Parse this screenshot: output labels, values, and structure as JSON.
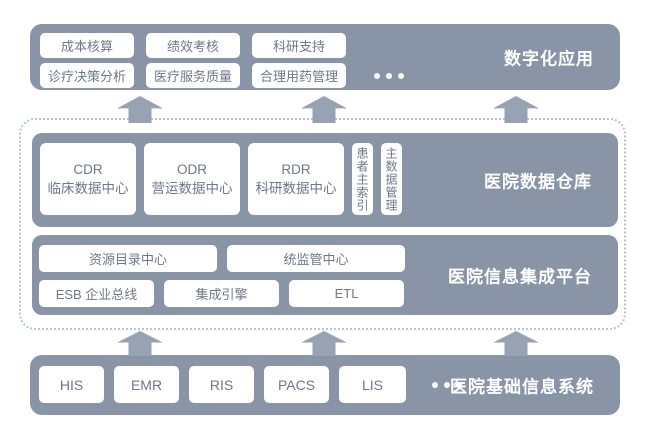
{
  "colors": {
    "band_fill": "#8995a7",
    "arrow_fill": "#97a2b2",
    "box_text": "#6e7888",
    "label_text": "#ffffff",
    "dashed_border": "#b8c4d2",
    "background": "#ffffff"
  },
  "layers": {
    "apps": {
      "label": "数字化应用",
      "row1": [
        "成本核算",
        "绩效考核",
        "科研支持"
      ],
      "row2": [
        "诊疗决策分析",
        "医疗服务质量",
        "合理用药管理"
      ],
      "has_more": true
    },
    "warehouse": {
      "label": "医院数据仓库",
      "centers": [
        {
          "abbr": "CDR",
          "name": "临床数据中心"
        },
        {
          "abbr": "ODR",
          "name": "营运数据中心"
        },
        {
          "abbr": "RDR",
          "name": "科研数据中心"
        }
      ],
      "pillars": [
        "患者主索引",
        "主数据管理"
      ]
    },
    "integration": {
      "label": "医院信息集成平台",
      "row1": [
        "资源目录中心",
        "统监管中心"
      ],
      "row2": [
        "ESB 企业总线",
        "集成引擎",
        "ETL"
      ]
    },
    "foundation": {
      "label": "医院基础信息系统",
      "systems": [
        "HIS",
        "EMR",
        "RIS",
        "PACS",
        "LIS"
      ],
      "has_more": true
    }
  }
}
